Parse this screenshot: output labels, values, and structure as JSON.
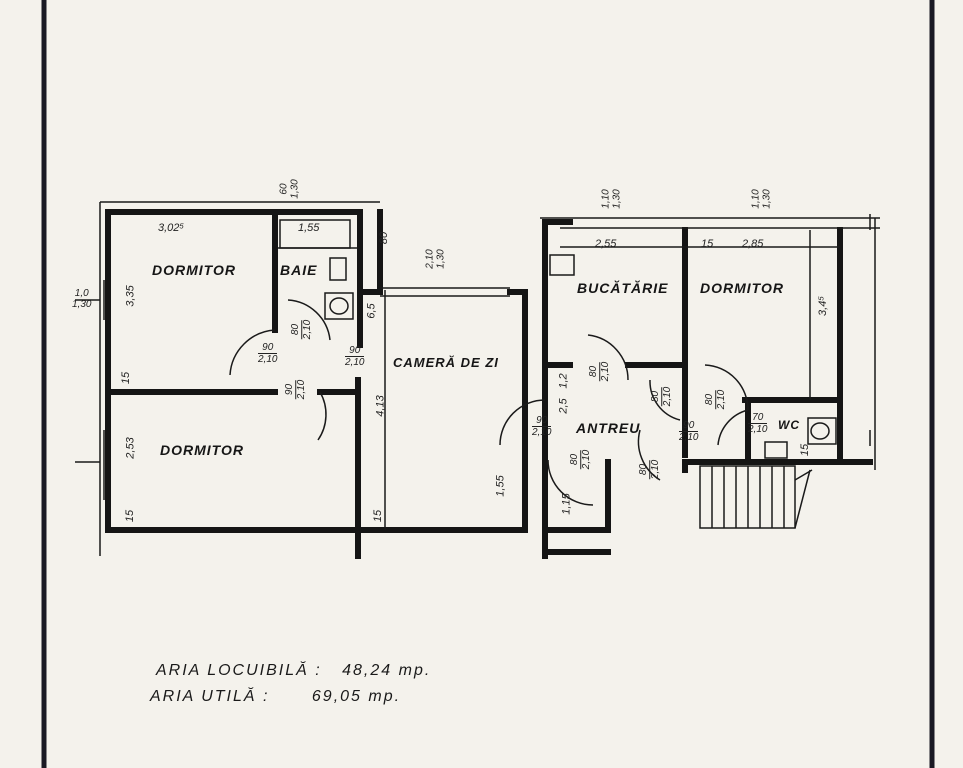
{
  "rooms": {
    "dormitor_top_left": "DORMITOR",
    "baie": "BAIE",
    "dormitor_bottom_left": "DORMITOR",
    "camera_de_zi": "CAMERĂ DE ZI",
    "bucatarie": "BUCĂTĂRIE",
    "dormitor_right": "DORMITOR",
    "antreu": "ANTREU",
    "wc": "WC"
  },
  "dimensions": {
    "dormitor_width": "3,02⁵",
    "baie_width": "1,55",
    "bucatarie_width": "2,55",
    "dormitor_right_width": "2,85",
    "wall_15_top": "15",
    "dormitor_height": "3,35",
    "dormitor_bottom_height": "2,53",
    "camera_height": "4,13",
    "dormitor_right_height": "3,4⁵",
    "left_window": "1,0\n1,30",
    "wall_15_left": "15",
    "wall_15_bottom_left": "15",
    "wall_15_camera": "15",
    "antreu_height": "1,55",
    "wall_15_wc": "15",
    "baie_small_65": "6,5",
    "baie_80": "80",
    "camera_window": "2,10\n1,30",
    "top_window_baie": "60\n1,30",
    "top_window_buc": "1,10\n1,30",
    "top_window_dorm": "1,10\n1,30",
    "antreu_side": "2,5",
    "buc_side": "1,2",
    "antreu_bottom": "1,15"
  },
  "doors": [
    {
      "top": "90",
      "bottom": "2,10"
    },
    {
      "top": "90",
      "bottom": "2,10"
    },
    {
      "top": "80",
      "bottom": "2,10"
    },
    {
      "top": "90",
      "bottom": "2,10"
    },
    {
      "top": "90",
      "bottom": "2,10"
    },
    {
      "top": "80",
      "bottom": "2,10"
    },
    {
      "top": "80",
      "bottom": "2,10"
    },
    {
      "top": "80",
      "bottom": "2,10"
    },
    {
      "top": "90",
      "bottom": "2,10"
    },
    {
      "top": "70",
      "bottom": "2,10"
    },
    {
      "top": "80",
      "bottom": "2,10"
    },
    {
      "top": "80",
      "bottom": "2,10"
    }
  ],
  "areas": {
    "locuibila_label": "ARIA LOCUIBILĂ :",
    "locuibila_value": "48,24 mp.",
    "utila_label": "ARIA UTILĂ :",
    "utila_value": "69,05 mp."
  }
}
